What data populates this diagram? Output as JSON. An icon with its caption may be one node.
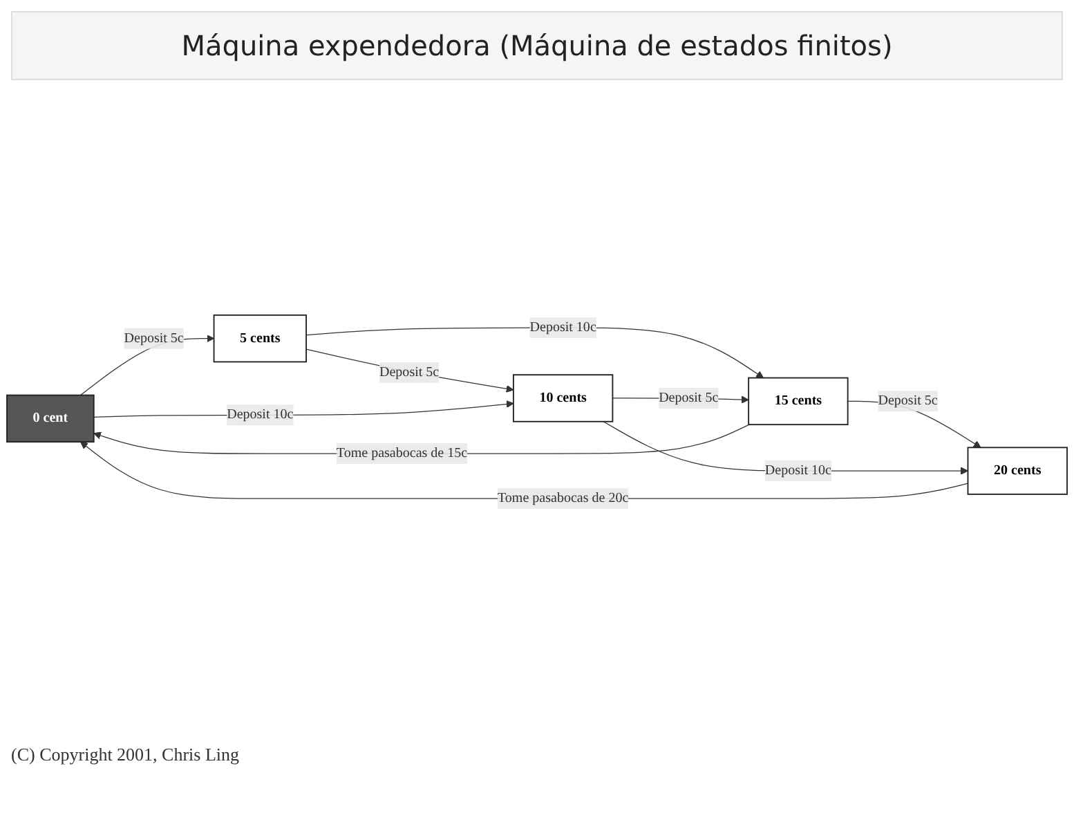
{
  "diagram": {
    "title": "Máquina expendedora (Máquina de estados finitos)",
    "caption": "(C) Copyright 2001, Chris Ling",
    "nodes": [
      {
        "text": [
          "0 cent"
        ]
      },
      {
        "text": [
          "5 cents"
        ]
      },
      {
        "text": [
          "15 cents"
        ]
      },
      {
        "text": [
          "10 cents"
        ]
      },
      {
        "text": [
          "20 cents"
        ]
      }
    ],
    "edges": [
      {
        "from": 2,
        "to": 0,
        "arrow": "to",
        "label": "Tome pasabocas de 15c"
      },
      {
        "from": 0,
        "to": 1,
        "arrow": "to",
        "label": "Deposit 5c"
      },
      {
        "from": 1,
        "to": 2,
        "arrow": "to",
        "label": "Deposit 10c"
      },
      {
        "from": 1,
        "to": 3,
        "arrow": "to",
        "label": "Deposit 5c"
      },
      {
        "from": 0,
        "to": 3,
        "arrow": "to",
        "label": "Deposit 10c"
      },
      {
        "from": 3,
        "to": 2,
        "arrow": "to",
        "label": "Deposit 5c"
      },
      {
        "from": 2,
        "to": 4,
        "arrow": "to",
        "label": "Deposit 5c"
      },
      {
        "from": 3,
        "to": 4,
        "arrow": "to",
        "label": "Deposit 10c"
      },
      {
        "from": 4,
        "to": 0,
        "arrow": "to",
        "label": "Tome pasabocas de 20c"
      }
    ]
  }
}
